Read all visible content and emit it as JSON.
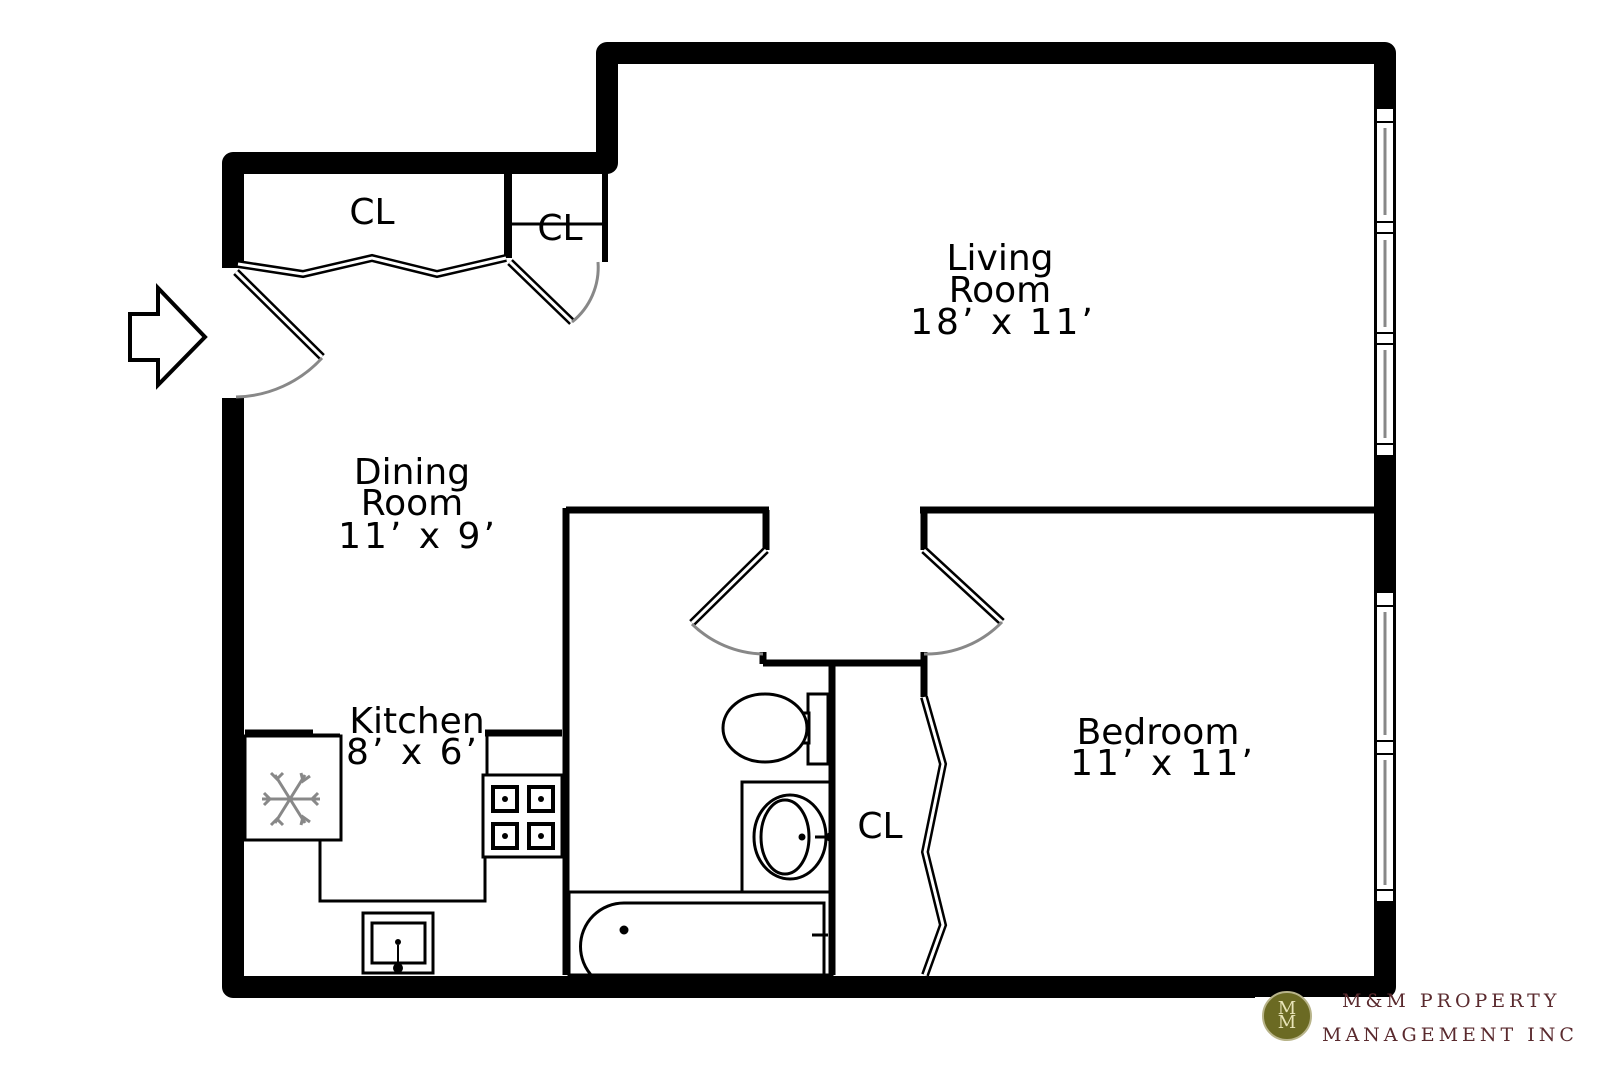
{
  "rooms": {
    "living": {
      "name_line1": "Living",
      "name_line2": "Room",
      "dims": "18’ x 11’"
    },
    "dining": {
      "name_line1": "Dining",
      "name_line2": "Room",
      "dims": "11’ x 9’"
    },
    "kitchen": {
      "name": "Kitchen",
      "dims": "8’ x 6’"
    },
    "bedroom": {
      "name": "Bedroom",
      "dims": "11’ x 11’"
    },
    "closet_hall_large": {
      "name": "CL"
    },
    "closet_hall_small": {
      "name": "CL"
    },
    "closet_bedroom": {
      "name": "CL"
    }
  },
  "icons": {
    "entry": "entry-arrow-icon",
    "fridge": "snowflake-icon",
    "stove": "stove-burners-icon",
    "sink": "sink-icon",
    "toilet": "toilet-icon",
    "tub": "bathtub-icon"
  },
  "branding": {
    "line1": "M&M PROPERTY",
    "line2": "MANAGEMENT INC",
    "monogram_top": "M",
    "monogram_bottom": "M",
    "logo_color": "#6b6a23",
    "text_color": "#5a2a2e"
  },
  "colors": {
    "wall": "#000000",
    "door_arc": "#808080",
    "window": "#888888"
  }
}
